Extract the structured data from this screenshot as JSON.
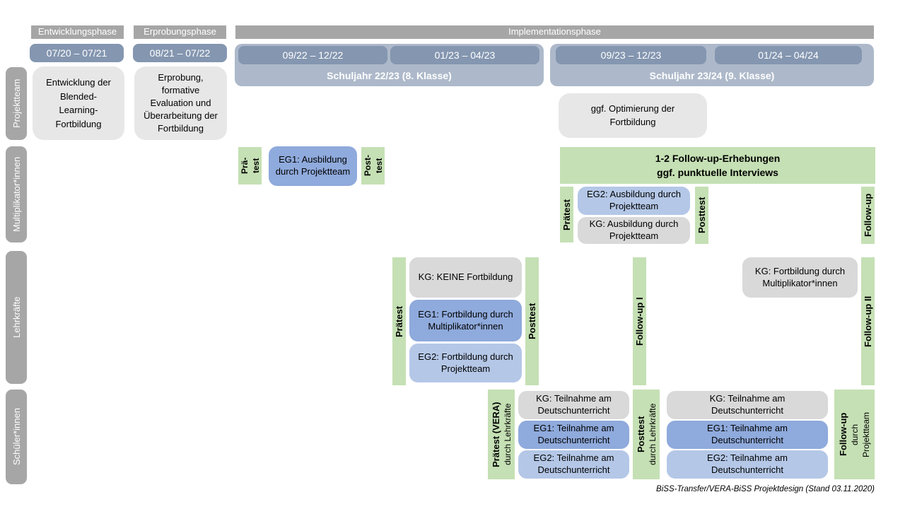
{
  "caption": "BiSS-Transfer/VERA-BiSS Projektdesign (Stand 03.11.2020)",
  "colors": {
    "phase_gray": "#a6a6a6",
    "date_blue": "#8496b0",
    "year_blue": "#adb9ca",
    "box_gray_light": "#e8e7e7",
    "box_gray": "#d9d9d9",
    "green": "#c5e0b4",
    "blue_medium": "#8faadc",
    "blue_light": "#b4c7e7"
  },
  "phase_headers": {
    "entwicklung": "Entwicklungsphase",
    "erprobung": "Erprobungsphase",
    "implementation": "Implementationsphase"
  },
  "timeline": {
    "date_1": "07/20 – 07/21",
    "date_2": "08/21 – 07/22",
    "date_3": "09/22 – 12/22",
    "date_4": "01/23 – 04/23",
    "date_5": "09/23 – 12/23",
    "date_6": "01/24 – 04/24",
    "school_year_1": "Schuljahr 22/23 (8. Klasse)",
    "school_year_2": "Schuljahr 23/24 (9. Klasse)"
  },
  "row_labels": {
    "projektteam": "Projektteam",
    "multiplikatoren": "Multiplikator*innen",
    "lehrkraefte": "Lehrkräfte",
    "schueler": "Schüler*innen"
  },
  "projektteam": {
    "entwicklung_box": "Entwicklung der Blended-Learning-Fortbildung",
    "erprobung_box": "Erprobung, formative Evaluation und Überarbeitung der Fortbildung",
    "optimierung_box": "ggf. Optimierung der Fortbildung"
  },
  "multiplikatoren": {
    "praetest_short_line1": "Prä-",
    "praetest_short_line2": "test",
    "eg1_box": "EG1: Ausbildung durch Projektteam",
    "posttest_short_line1": "Post-",
    "posttest_short_line2": "test",
    "followup_banner_line1": "1-2 Follow-up-Erhebungen",
    "followup_banner_line2": "ggf. punktuelle Interviews",
    "praetest": "Prätest",
    "eg2_box": "EG2: Ausbildung durch Projektteam",
    "kg_box": "KG: Ausbildung durch Projektteam",
    "posttest": "Posttest",
    "followup": "Follow-up"
  },
  "lehrkraefte": {
    "praetest": "Prätest",
    "kg_box": "KG: KEINE Fortbildung",
    "eg1_box": "EG1: Fortbildung durch Multiplikator*innen",
    "eg2_box": "EG2: Fortbildung durch Projektteam",
    "posttest": "Posttest",
    "followup_1": "Follow-up I",
    "kg_fortbildung_box": "KG: Fortbildung durch Multiplikator*innen",
    "followup_2": "Follow-up II"
  },
  "schueler": {
    "praetest_main": "Prätest (VERA)",
    "praetest_sub": "durch Lehrkräfte",
    "kg_box": "KG: Teilnahme am Deutschunterricht",
    "eg1_box": "EG1: Teilnahme am Deutschunterricht",
    "eg2_box": "EG2: Teilnahme am Deutschunterricht",
    "posttest_main": "Posttest",
    "posttest_sub": "durch Lehrkräfte",
    "followup_main": "Follow-up",
    "followup_sub_1": "durch",
    "followup_sub_2": "Projektteam"
  }
}
